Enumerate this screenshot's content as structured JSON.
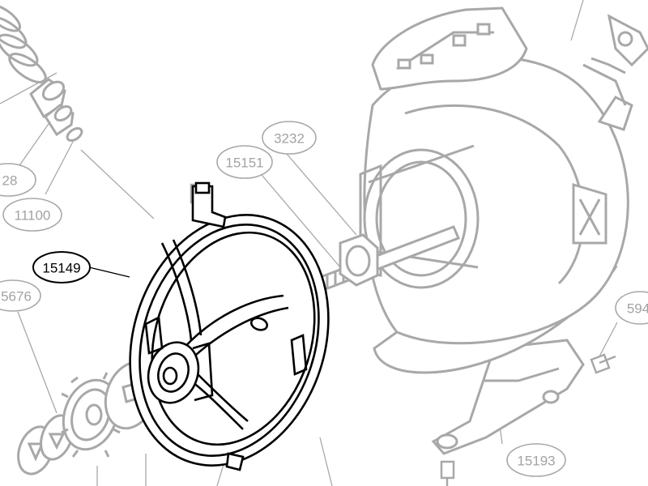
{
  "diagram": {
    "colors": {
      "drawing": "#a8a8a8",
      "highlight": "#000000",
      "background": "#ffffff"
    },
    "callouts": [
      {
        "id": "p-28",
        "label": "28"
      },
      {
        "id": "p-11100",
        "label": "11100"
      },
      {
        "id": "p-15149",
        "label": "15149",
        "highlighted": true
      },
      {
        "id": "p-5676",
        "label": "5676"
      },
      {
        "id": "p-15151",
        "label": "15151"
      },
      {
        "id": "p-3232",
        "label": "3232"
      },
      {
        "id": "p-594",
        "label": "594"
      },
      {
        "id": "p-15193",
        "label": "15193"
      }
    ]
  }
}
